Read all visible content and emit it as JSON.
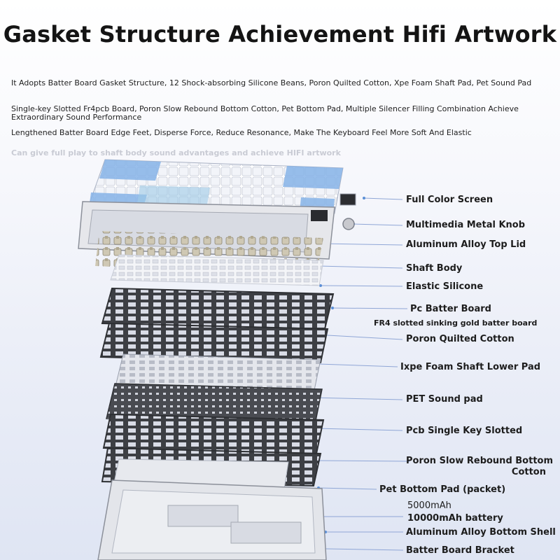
{
  "title": "Gasket Structure Achievement Hifi Artwork",
  "descriptions": [
    "It Adopts Batter Board Gasket Structure, 12 Shock-absorbing Silicone Beans, Poron Quilted Cotton, Xpe Foam Shaft Pad, Pet Sound Pad",
    "Single-key Slotted Fr4pcb Board, Poron Slow Rebound Bottom Cotton, Pet Bottom Pad, Multiple Silencer Filling Combination Achieve Extraordinary Sound Performance",
    "Lengthened Batter Board Edge Feet, Disperse Force, Reduce Resonance, Make The Keyboard Feel More Soft And Elastic"
  ],
  "faint_caption": "Can give full play to shaft body sound advantages and achieve HIFI artwork",
  "labels": {
    "full_color_screen": "Full Color Screen",
    "metal_knob": "Multimedia Metal Knob",
    "top_lid": "Aluminum Alloy Top Lid",
    "shaft_body": "Shaft Body",
    "elastic_silicone": "Elastic Silicone",
    "pc_batter_board": "Pc Batter Board",
    "fr4_note": "FR4 slotted sinking gold batter board",
    "poron_cotton": "Poron Quilted Cotton",
    "ixpe_pad": "Ixpe Foam Shaft Lower Pad",
    "pet_sound_pad": "PET Sound pad",
    "pcb_slotted": "Pcb Single Key Slotted",
    "poron_bottom_1": "Poron Slow Rebound Bottom",
    "poron_bottom_2": "Cotton",
    "pet_bottom_pad": "Pet Bottom Pad (packet)",
    "battery_small": "5000mAh",
    "battery": "10000mAh battery",
    "bottom_shell": "Aluminum Alloy Bottom Shell",
    "bracket": "Batter Board Bracket"
  },
  "colors": {
    "accent_blue": "#5b8fd6",
    "plate_dark": "#3d3f44",
    "leader_line": "#8fa6d6"
  }
}
